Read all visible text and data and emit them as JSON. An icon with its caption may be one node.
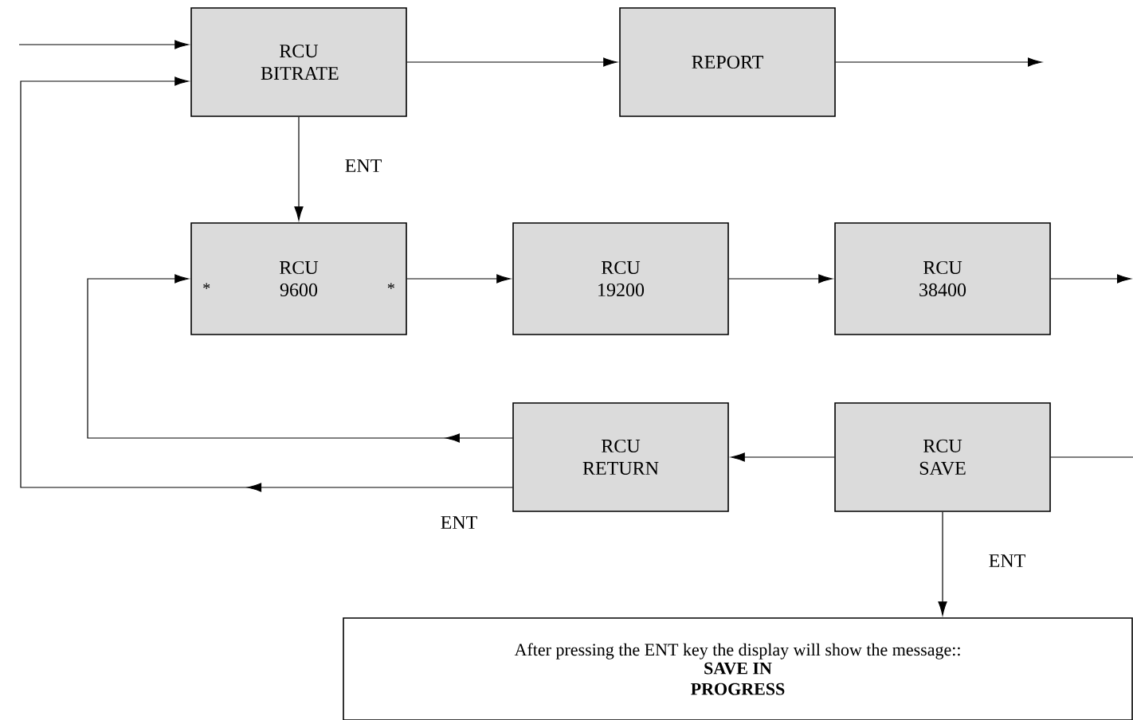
{
  "diagram": {
    "nodes": [
      {
        "text": [
          "RCU BITRATE"
        ]
      },
      {
        "text": [
          "REPORT"
        ]
      },
      {
        "text": [
          "*",
          "RCU 9600",
          "*"
        ]
      },
      {
        "text": [
          "RCU 19200"
        ]
      },
      {
        "text": [
          "RCU 38400"
        ]
      },
      {
        "text": [
          "RCU RETURN"
        ]
      },
      {
        "text": [
          "RCU SAVE"
        ]
      },
      {
        "text": [
          "After pressing the ENT key the display will show the message::",
          "SAVE IN PROGRESS"
        ]
      }
    ],
    "edges": [
      {
        "from": null,
        "to": 0,
        "arrow": "to"
      },
      {
        "from": 5,
        "to": 0,
        "arrow": "to",
        "label": "ENT"
      },
      {
        "from": 0,
        "to": 1,
        "arrow": "to"
      },
      {
        "from": 1,
        "to": null,
        "arrow": "to"
      },
      {
        "from": 0,
        "to": 2,
        "arrow": "to",
        "label": "ENT"
      },
      {
        "from": 2,
        "to": 3,
        "arrow": "to"
      },
      {
        "from": 3,
        "to": 4,
        "arrow": "to"
      },
      {
        "from": 4,
        "to": null,
        "arrow": "to"
      },
      {
        "from": null,
        "to": 6,
        "arrow": "none"
      },
      {
        "from": 6,
        "to": 5,
        "arrow": "to"
      },
      {
        "from": 5,
        "to": 2,
        "arrow": "to"
      },
      {
        "from": 6,
        "to": 7,
        "arrow": "to",
        "label": "ENT"
      }
    ]
  }
}
